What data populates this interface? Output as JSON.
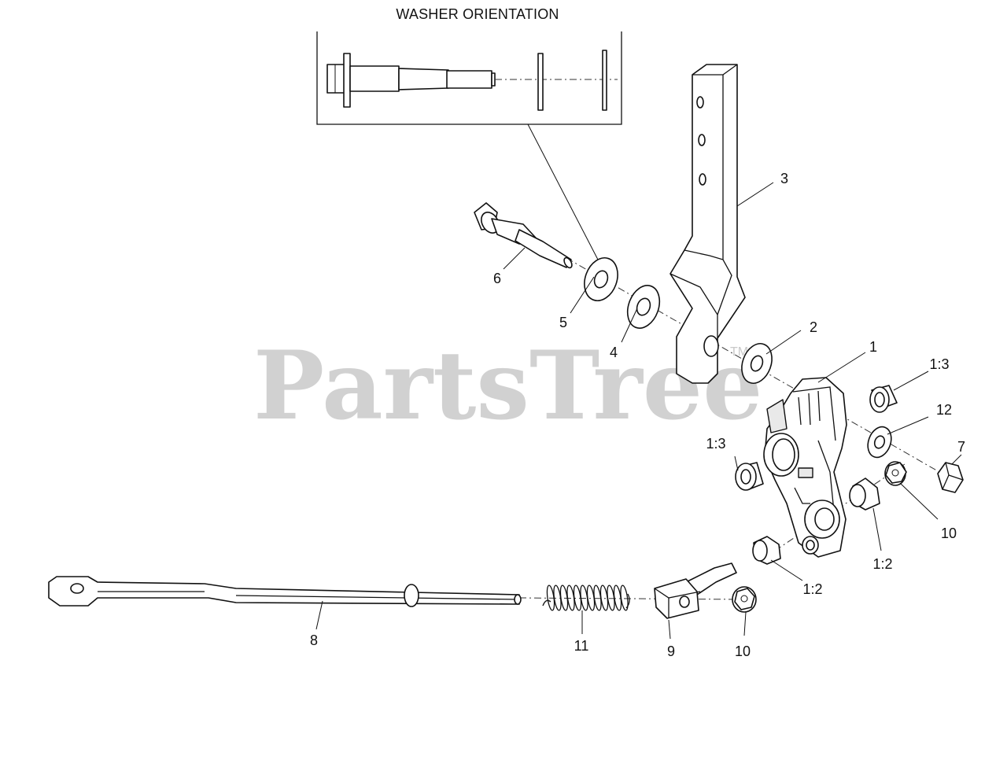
{
  "inset": {
    "title": "WASHER ORIENTATION"
  },
  "watermark": {
    "text": "PartsTree",
    "trademark": "TM"
  },
  "callouts": [
    {
      "id": "c1",
      "label": "1"
    },
    {
      "id": "c2",
      "label": "2"
    },
    {
      "id": "c3",
      "label": "3"
    },
    {
      "id": "c4",
      "label": "4"
    },
    {
      "id": "c5",
      "label": "5"
    },
    {
      "id": "c6",
      "label": "6"
    },
    {
      "id": "c7",
      "label": "7"
    },
    {
      "id": "c8",
      "label": "8"
    },
    {
      "id": "c9",
      "label": "9"
    },
    {
      "id": "c10a",
      "label": "10"
    },
    {
      "id": "c10b",
      "label": "10"
    },
    {
      "id": "c11",
      "label": "11"
    },
    {
      "id": "c12",
      "label": "12"
    },
    {
      "id": "c12a",
      "label": "1:2"
    },
    {
      "id": "c12b",
      "label": "1:2"
    },
    {
      "id": "c13a",
      "label": "1:3"
    },
    {
      "id": "c13b",
      "label": "1:3"
    }
  ]
}
